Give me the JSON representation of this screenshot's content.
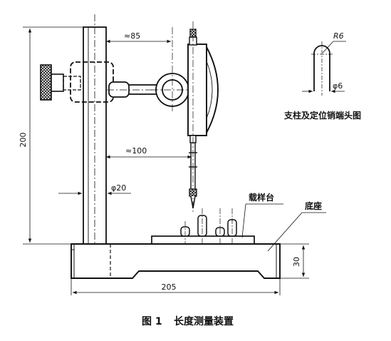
{
  "dimensions": {
    "height_200": "200",
    "offset_85": "≈85",
    "offset_100": "≈100",
    "diameter_20": "φ20",
    "width_205": "205",
    "base_30": "30",
    "radius_r6": "R6",
    "diameter_6": "φ6"
  },
  "labels": {
    "sample_stage": "载样台",
    "base": "底座",
    "pin_detail": "支柱及定位销端头图"
  },
  "caption": {
    "figure_number": "图 1",
    "title": "长度测量装置"
  }
}
